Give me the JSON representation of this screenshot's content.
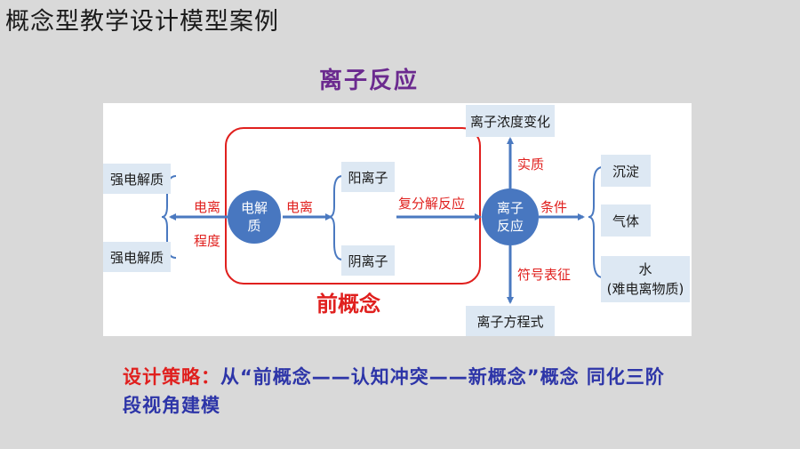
{
  "slide_title": "概念型教学设计模型案例",
  "diagram_title": "离子反应",
  "left_boxes": [
    "强电解质",
    "强电解质"
  ],
  "left_arrow_labels": [
    "电离",
    "程度"
  ],
  "center_circle": [
    "电解",
    "质"
  ],
  "center_arrow_label": "电离",
  "ion_boxes": [
    "阳离子",
    "阴离子"
  ],
  "pre_concept_label": "前概念",
  "reaction_arrow_label": "复分解反应",
  "reaction_circle": [
    "离子",
    "反应"
  ],
  "top_box": "离子浓度变化",
  "top_arrow_label": "实质",
  "bottom_box": "离子方程式",
  "bottom_arrow_label": "符号表征",
  "right_arrow_label": "条件",
  "right_boxes": [
    "沉淀",
    "气体",
    "水",
    "(难电离物质)"
  ],
  "strategy": {
    "label": "设计策略：",
    "text": "从“前概念——认知冲突——新概念”概念 同化三阶段视角建模"
  },
  "colors": {
    "accent_red": "#e0201e",
    "title_purple": "#6b2a8f",
    "circle_blue": "#4877c0",
    "arrow_blue": "#4a79c0",
    "box_fill": "#dde8f3",
    "strategy_blue": "#2d35a8"
  }
}
